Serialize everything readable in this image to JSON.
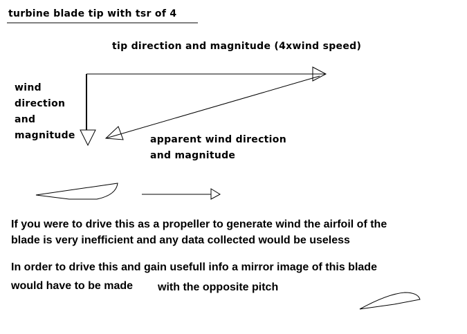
{
  "title": "turbine blade tip with tsr of 4",
  "labels": {
    "tip": "tip direction and magnitude (4xwind speed)",
    "wind": [
      "wind",
      "direction",
      "and",
      "magnitude"
    ],
    "apparent": [
      "apparent wind direction",
      "and magnitude"
    ]
  },
  "paragraphs": [
    [
      "If you were to drive this as a propeller to generate wind the airfoil of the",
      "blade is very inefficient and any data collected would be useless"
    ],
    [
      "In order to drive this and gain usefull info a mirror image of this blade",
      "would have to be made",
      "with the opposite pitch"
    ]
  ]
}
